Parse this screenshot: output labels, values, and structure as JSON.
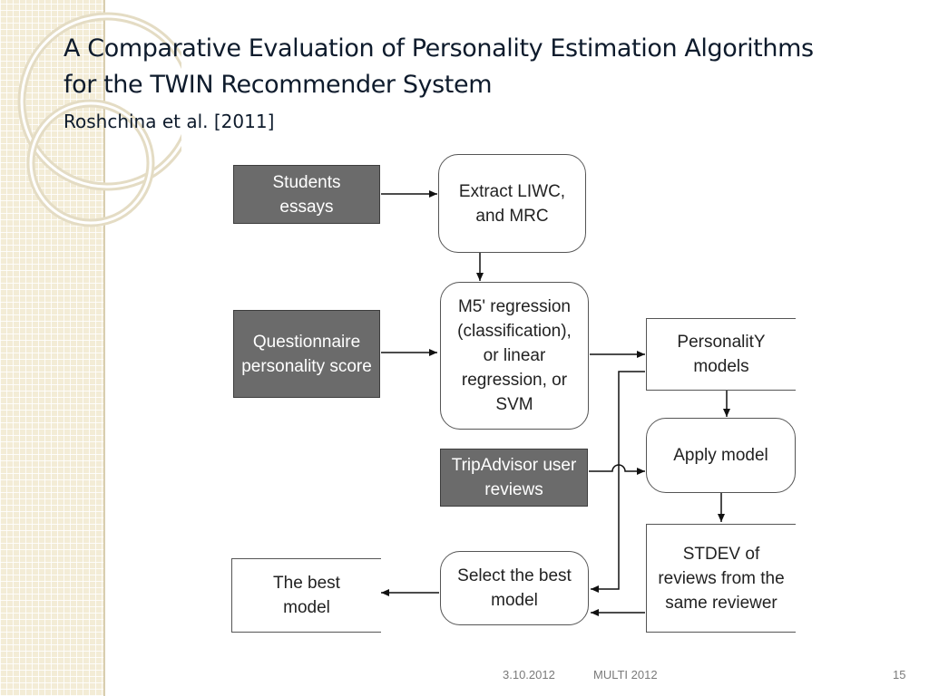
{
  "slide": {
    "title_line1": "A Comparative Evaluation of Personality Estimation Algorithms",
    "title_line2": "for the TWIN Recommender System",
    "subtitle": "Roshchina et al. [2011]"
  },
  "diagram": {
    "students_essays": "Students essays",
    "questionnaire": "Questionnaire personality score",
    "tripadvisor": "TripAdvisor user reviews",
    "extract": "Extract LIWC, and MRC",
    "regression": "M5' regression (classification), or linear regression, or SVM",
    "select_best": "Select the best model",
    "personality_models": "PersonalitY models",
    "apply_model": "Apply model",
    "stdev": "STDEV of reviews from the same reviewer",
    "best_model": "The best model"
  },
  "footer": {
    "date": "3.10.2012",
    "conference": "MULTI 2012",
    "page": "15"
  }
}
